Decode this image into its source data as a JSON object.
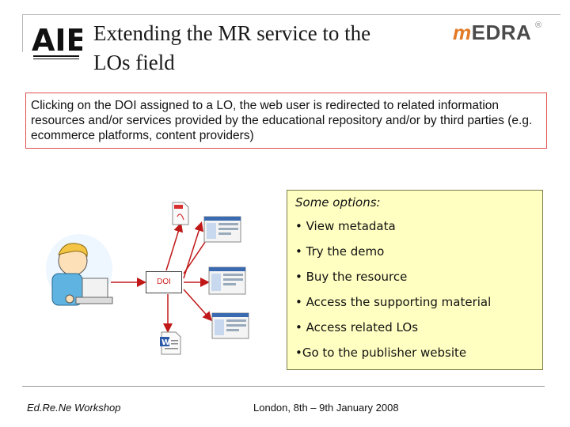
{
  "header": {
    "logo_left": "AIE",
    "title_line1": "Extending the MR service to the",
    "title_line2": "LOs field",
    "logo_right_m": "m",
    "logo_right_rest": "EDRA",
    "logo_right_mark": "®"
  },
  "callout": {
    "text": "Clicking on the DOI assigned to a LO, the web user is redirected to related information resources and/or services provided by the educational repository and/or by third parties (e.g. ecommerce platforms, content providers)"
  },
  "diagram": {
    "doi_label": "DOI",
    "pdf_icon": "pdf-file-icon",
    "word_icon": "word-file-icon",
    "person_icon": "person-at-computer-icon"
  },
  "options": {
    "heading": "Some options:",
    "items": [
      "• View metadata",
      "• Try the demo",
      "• Buy the resource",
      "• Access the supporting material",
      "• Access related LOs",
      "•Go to the publisher website"
    ]
  },
  "footer": {
    "left": "Ed.Re.Ne Workshop",
    "center": "London, 8th – 9th January 2008"
  },
  "colors": {
    "callout_border": "#e05050",
    "options_bg": "#ffffc2",
    "arrow": "#c01818",
    "medra_orange": "#e27a26"
  }
}
